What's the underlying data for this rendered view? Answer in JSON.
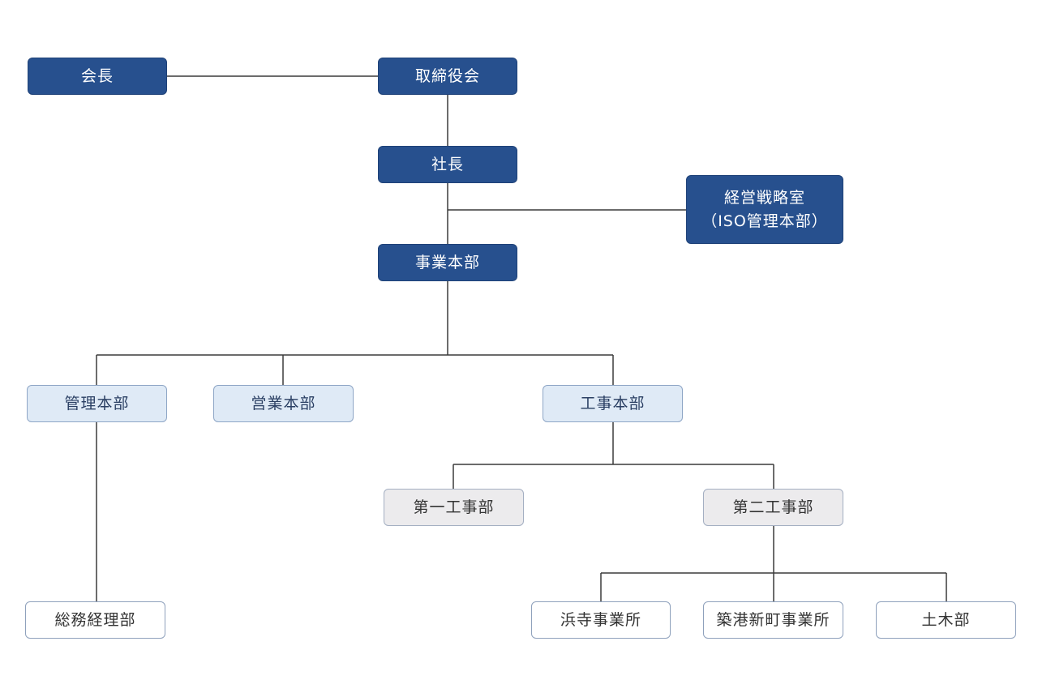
{
  "colors": {
    "executive_fill": "#27508e",
    "division_fill": "#dfeaf6",
    "department_fill": "#ecebed",
    "section_fill": "#ffffff",
    "connector": "#3a3a3a"
  },
  "nodes": {
    "chairman": "会長",
    "board": "取締役会",
    "president": "社長",
    "strategy": {
      "line1": "経営戦略室",
      "line2": "（ISO管理本部）"
    },
    "business_hq": "事業本部",
    "admin_hq": "管理本部",
    "sales_hq": "営業本部",
    "construction_hq": "工事本部",
    "construction_dept_1": "第一工事部",
    "construction_dept_2": "第二工事部",
    "general_affairs": "総務経理部",
    "hamadera_office": "浜寺事業所",
    "chikko_office": "築港新町事業所",
    "civil_dept": "土木部"
  }
}
